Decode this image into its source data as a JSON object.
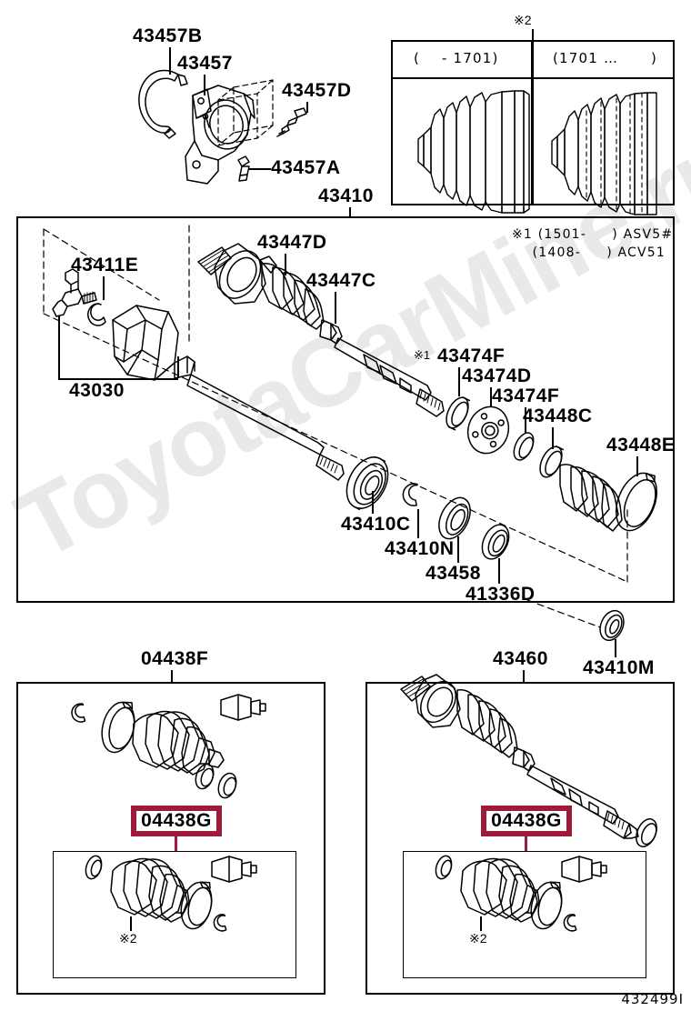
{
  "diagram": {
    "id": "432499I",
    "watermark": "ToyotaCarMine.ru"
  },
  "top_assembly": {
    "labels": [
      {
        "key": "clip_snap_ring",
        "text": "43457B"
      },
      {
        "key": "bearing_bracket",
        "text": "43457"
      },
      {
        "key": "bracket_bolt_d",
        "text": "43457D"
      },
      {
        "key": "bracket_bolt_a",
        "text": "43457A"
      },
      {
        "key": "drive_shaft_assy",
        "text": "43410"
      }
    ]
  },
  "boot_inset": {
    "marker": "※2",
    "columns": [
      {
        "key": "before",
        "header": "(    - 1701)"
      },
      {
        "key": "after",
        "header": "(1701 …      )"
      }
    ]
  },
  "main_panel": {
    "notes": [
      "※1 (1501-     ) ASV5#",
      "    (1408-     ) ACV51"
    ],
    "labels": [
      {
        "key": "grease_fitting",
        "text": "43411E"
      },
      {
        "key": "inboard_joint",
        "text": "43030"
      },
      {
        "key": "boot_clamp_large",
        "text": "43447D"
      },
      {
        "key": "boot_clamp_small",
        "text": "43447C"
      },
      {
        "key": "clamp_474f_star",
        "text": "43474F",
        "marker": "※1"
      },
      {
        "key": "damper_474d",
        "text": "43474D"
      },
      {
        "key": "clamp_474f_2",
        "text": "43474F"
      },
      {
        "key": "clamp_448c",
        "text": "43448C"
      },
      {
        "key": "clamp_448e",
        "text": "43448E"
      },
      {
        "key": "bearing_43410c",
        "text": "43410C"
      },
      {
        "key": "snap_ring_43410n",
        "text": "43410N"
      },
      {
        "key": "oil_seal_43458",
        "text": "43458"
      },
      {
        "key": "seal_41336d",
        "text": "41336D"
      }
    ]
  },
  "bottom_left_panel": {
    "title": "04438F",
    "inner_title": "04438G",
    "inner_marker": "※2"
  },
  "bottom_right_panel": {
    "title": "43460",
    "side_label": "43410M",
    "inner_title": "04438G",
    "inner_marker": "※2"
  },
  "colors": {
    "highlight": "#9c1b38",
    "line": "#000000",
    "watermark": "#e9e9ec"
  }
}
